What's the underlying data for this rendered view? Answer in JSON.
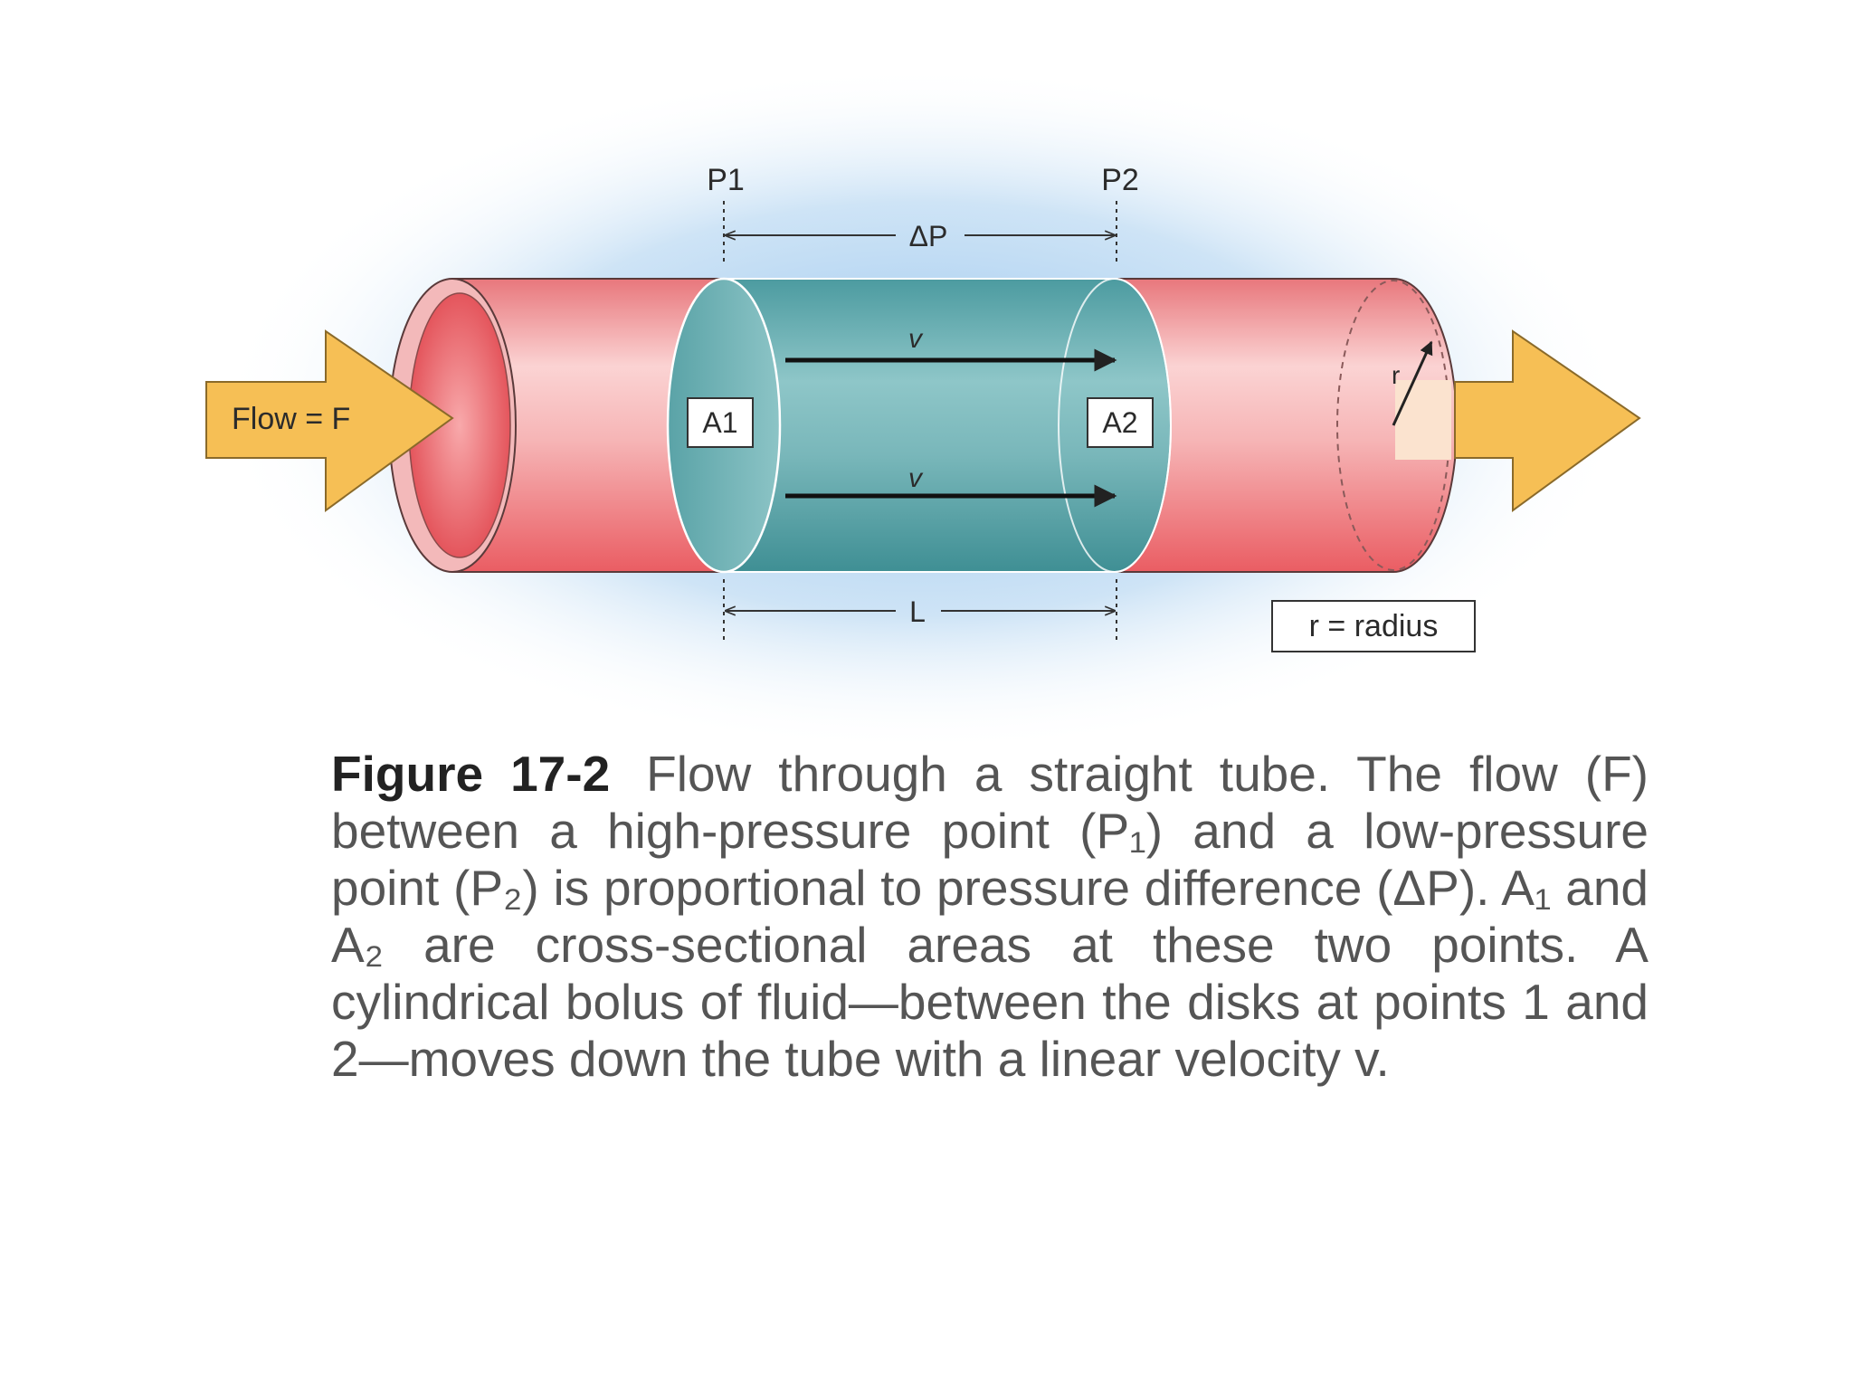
{
  "diagram": {
    "labels": {
      "p1": "P1",
      "p2": "P2",
      "delta_p": "ΔP",
      "v_top": "v",
      "v_bottom": "v",
      "a1": "A1",
      "a2": "A2",
      "length": "L",
      "flow": "Flow = F",
      "radius_marker": "r",
      "radius_legend": "r = radius"
    },
    "colors": {
      "tube": "#ec6f75",
      "bolus": "#4f9ea2",
      "arrow": "#f6bf55",
      "glow": "#a8cdee"
    }
  },
  "caption": {
    "figure_label": "Figure 17-2",
    "text": "Flow through a straight tube. The flow (F) between a high-pressure point (P₁) and a low-pressure point (P₂) is proportional to pressure difference (ΔP). A₁ and A₂ are cross-sectional areas at these two points. A cylindrical bolus of fluid—between the disks at points 1 and 2—moves down the tube with a linear velocity v."
  }
}
